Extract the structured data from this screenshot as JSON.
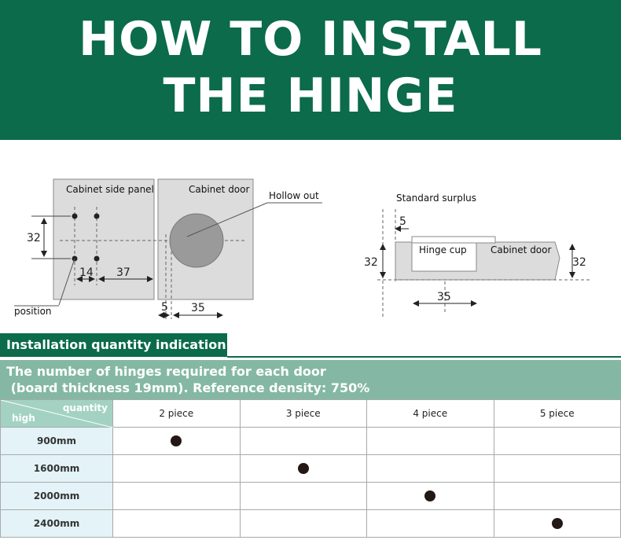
{
  "banner": {
    "line1": "HOW TO INSTALL",
    "line2": "THE HINGE"
  },
  "diagram": {
    "side_panel_label": "Cabinet side panel",
    "door_label": "Cabinet door",
    "hollow_label": "Hollow out",
    "position_label": "position",
    "dim_32": "32",
    "dim_14": "14",
    "dim_37": "37",
    "dim_5": "5",
    "dim_35": "35",
    "surplus_label": "Standard surplus",
    "hinge_cup_label": "Hinge cup",
    "door_label_right": "Cabinet door",
    "r_dim_5": "5",
    "r_dim_32_left": "32",
    "r_dim_32_right": "32",
    "r_dim_35": "35"
  },
  "section_title": "Installation quantity indication",
  "info": {
    "line1": "The number of hinges required for each door",
    "line2": " (board thickness 19mm). Reference density: 750%"
  },
  "table": {
    "corner_quantity": "quantity",
    "corner_high": "high",
    "columns": [
      "2 piece",
      "3 piece",
      "4 piece",
      "5 piece"
    ],
    "rows": [
      {
        "label": "900mm",
        "mark": 0
      },
      {
        "label": "1600mm",
        "mark": 1
      },
      {
        "label": "2000mm",
        "mark": 2
      },
      {
        "label": "2400mm",
        "mark": 3
      }
    ]
  }
}
